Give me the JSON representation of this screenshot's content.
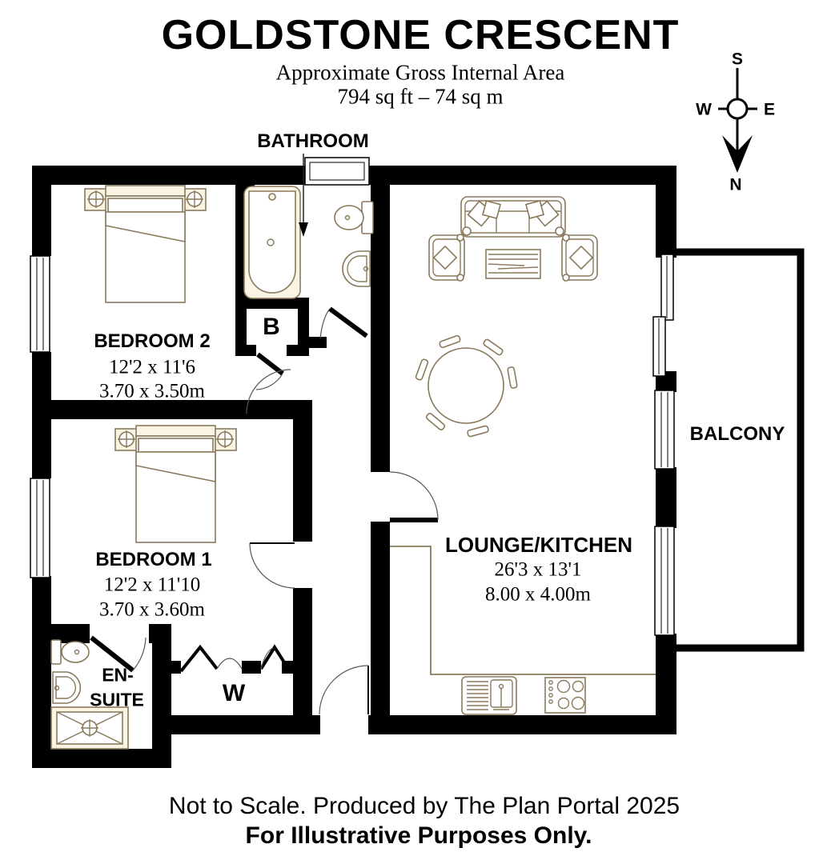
{
  "header": {
    "title": "GOLDSTONE CRESCENT",
    "subtitle_line1": "Approximate Gross Internal Area",
    "subtitle_line2": "794 sq ft – 74 sq m"
  },
  "compass": {
    "north": "N",
    "south": "S",
    "east": "E",
    "west": "W"
  },
  "rooms": {
    "bathroom": {
      "name": "BATHROOM"
    },
    "bedroom2": {
      "name": "BEDROOM 2",
      "dims_imperial": "12'2 x 11'6",
      "dims_metric": "3.70 x 3.50m"
    },
    "bedroom1": {
      "name": "BEDROOM 1",
      "dims_imperial": "12'2 x 11'10",
      "dims_metric": "3.70 x 3.60m"
    },
    "lounge_kitchen": {
      "name": "LOUNGE/KITCHEN",
      "dims_imperial": "26'3 x 13'1",
      "dims_metric": "8.00 x 4.00m"
    },
    "balcony": {
      "name": "BALCONY"
    },
    "ensuite": {
      "name_line1": "EN-",
      "name_line2": "SUITE"
    },
    "cupboard": {
      "name": "B"
    },
    "wardrobe": {
      "name": "W"
    }
  },
  "footer": {
    "line1": "Not to Scale. Produced by The Plan Portal 2025",
    "line2": "For Illustrative Purposes Only."
  },
  "colors": {
    "wall": "#000000",
    "furniture": "#8A795B",
    "furniture_fill": "#FAF4E4"
  }
}
